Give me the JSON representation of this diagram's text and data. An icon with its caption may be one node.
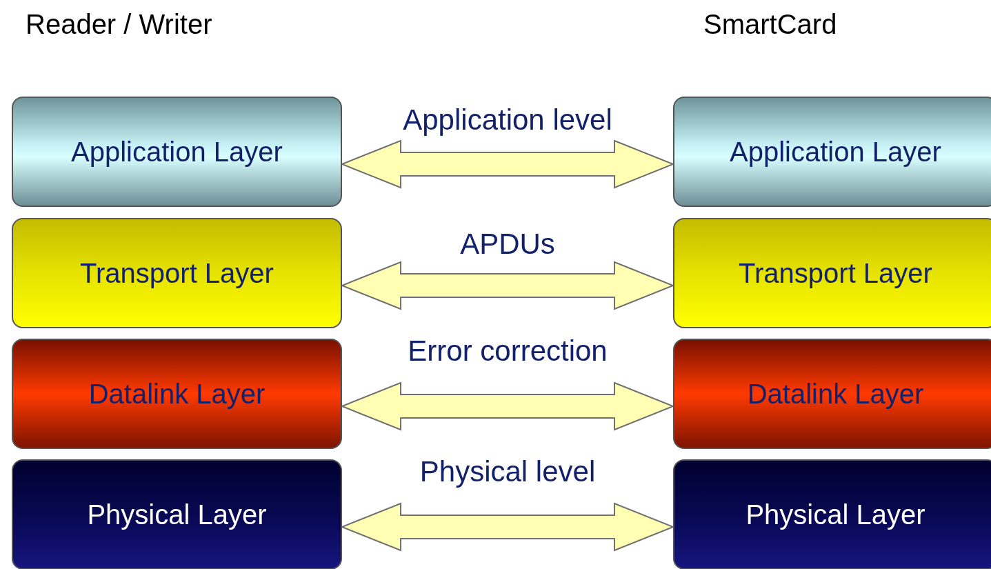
{
  "diagram": {
    "nodes": [
      {
        "text": [
          "Application Layer"
        ]
      },
      {
        "text": [
          "Application Layer"
        ]
      },
      {
        "text": [
          "Transport Layer"
        ]
      },
      {
        "text": [
          "Transport Layer"
        ]
      },
      {
        "text": [
          "Datalink Layer"
        ]
      },
      {
        "text": [
          "Datalink Layer"
        ]
      },
      {
        "text": [
          "Physical Layer"
        ]
      },
      {
        "text": [
          "Physical Layer"
        ]
      }
    ],
    "edges": [
      {
        "from": 0,
        "to": 1,
        "arrow": "both",
        "label": "Application level"
      },
      {
        "from": 2,
        "to": 3,
        "arrow": "both",
        "label": "APDUs"
      },
      {
        "from": 4,
        "to": 5,
        "arrow": "both",
        "label": "Error correction"
      },
      {
        "from": 6,
        "to": 7,
        "arrow": "both",
        "label": "Physical level"
      }
    ],
    "labels": [
      "Reader / Writer",
      "SmartCard"
    ]
  }
}
